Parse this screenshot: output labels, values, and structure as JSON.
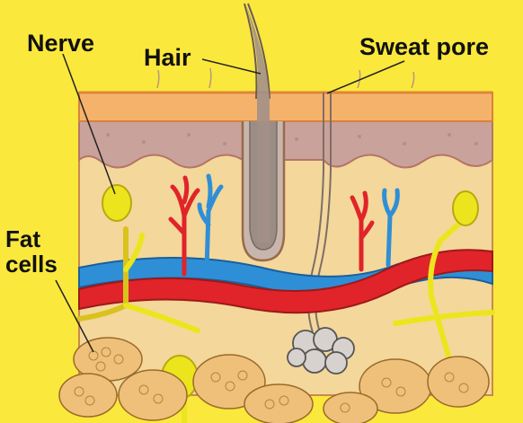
{
  "labels": {
    "nerve": "Nerve",
    "hair": "Hair",
    "sweat_pore": "Sweat pore",
    "fat_line1": "Fat",
    "fat_line2": "cells"
  },
  "colors": {
    "background": "#fbe83c",
    "epidermis": "#f5b26a",
    "dermis_top": "#c9a29b",
    "dermis": "#f4d79a",
    "blood_red": "#e0242a",
    "blood_blue": "#2f8fd6",
    "nerve_yellow": "#ece51d",
    "fat": "#eec07a",
    "hair_follicle": "#9a8d86"
  }
}
